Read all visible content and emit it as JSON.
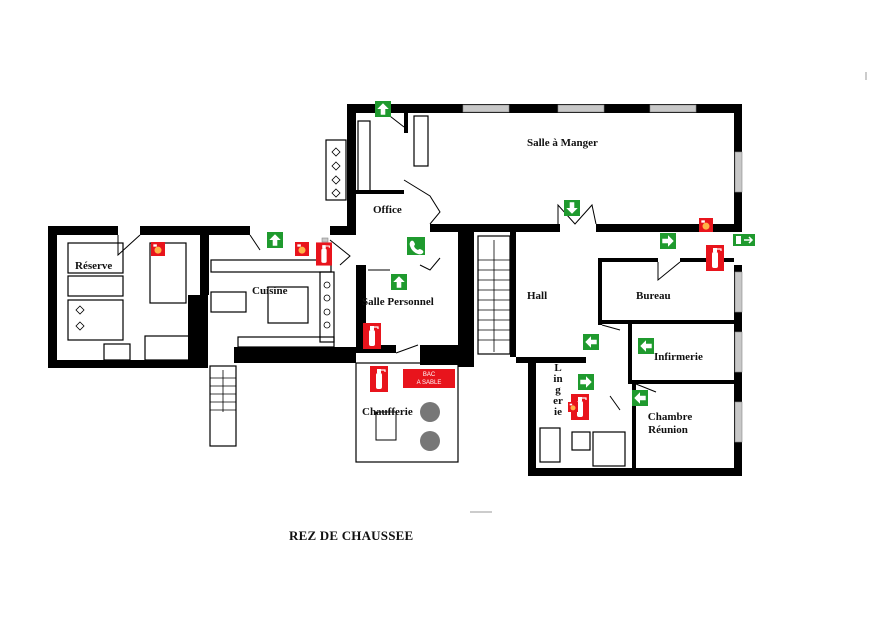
{
  "rooms": {
    "salle_a_manger": "Salle à Manger",
    "office": "Office",
    "reserve": "Réserve",
    "cuisine": "Cuisine",
    "salle_personnel": "Salle Personnel",
    "hall": "Hall",
    "bureau": "Bureau",
    "infirmerie": "Infirmerie",
    "chambre_reunion_line1": "Chambre",
    "chambre_reunion_line2": "Réunion",
    "chaufferie": "Chaufferie",
    "lingerie": "Lingerie"
  },
  "sand_box": {
    "line1": "BAC",
    "line2": "A SABLE"
  },
  "caption": "REZ DE CHAUSSEE",
  "colors": {
    "wall": "#000000",
    "extinguisher": "#e8141c",
    "exit_sign": "#1f9a2e",
    "alarm": "#e8141c",
    "window": "#c8c8c8"
  },
  "icons": {
    "extinguisher": "fire-extinguisher-icon",
    "exit_arrow": "exit-arrow-icon",
    "alarm": "fire-alarm-icon",
    "phone": "emergency-phone-icon",
    "exit_door": "exit-door-sign-icon"
  }
}
